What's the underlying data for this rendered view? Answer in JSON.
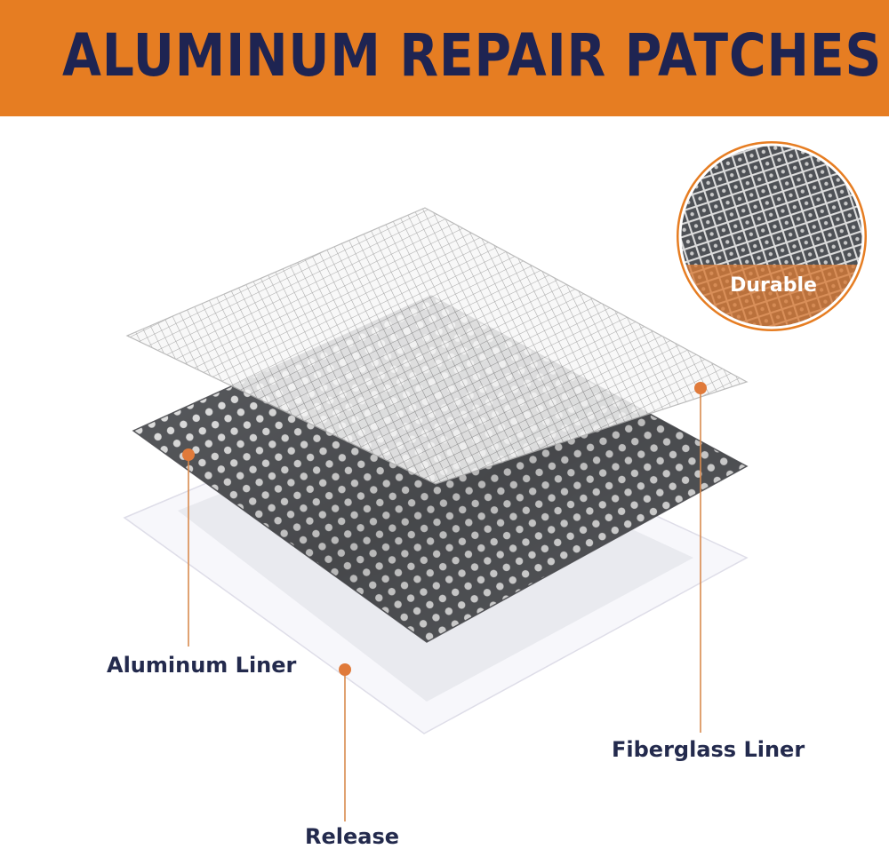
{
  "banner": {
    "title": "ALUMINUM REPAIR PATCHES",
    "background": "#e67d22",
    "text_color": "#1e2452"
  },
  "callouts": {
    "aluminum_liner": "Aluminum Liner",
    "fiberglass_liner": "Fiberglass Liner",
    "release": "Release"
  },
  "inset": {
    "label": "Durable"
  },
  "colors": {
    "accent": "#e67d22",
    "label_text": "#232a4d",
    "leader_line": "#d98a4e"
  }
}
